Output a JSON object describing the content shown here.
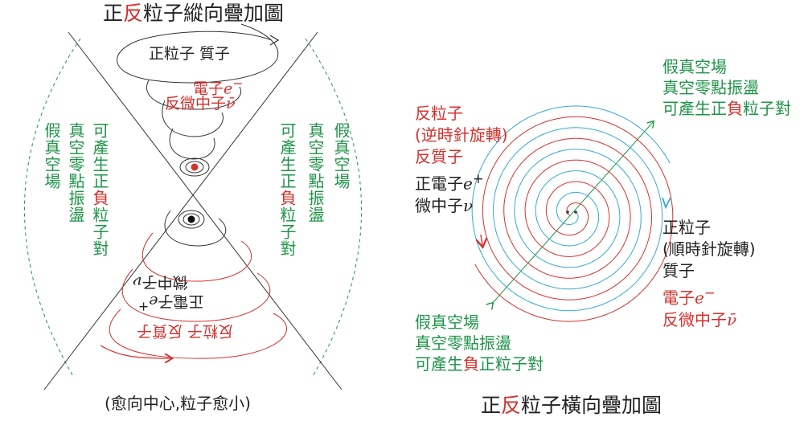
{
  "left": {
    "title_parts": [
      "正",
      "反",
      "粒子縱向疊加圖"
    ],
    "caption": "(愈向中心,粒子愈小)",
    "top_label": "正粒子 質子",
    "electron": "電子",
    "electron_sym": "e",
    "electron_sup": "−",
    "antineutrino": "反微中子",
    "antineutrino_sym": "ν̄",
    "vacuum_outer": "假真空場",
    "vacuum_pair_a": "真空零點振盪",
    "vacuum_pair_b_1": "可產生正",
    "vacuum_pair_b_2": "負",
    "vacuum_pair_b_3": "粒子對",
    "inv_positron": "正電子",
    "inv_positron_sym": "e",
    "inv_positron_sup": "+",
    "inv_neutrino": "微中子",
    "inv_neutrino_sym": "ν",
    "inv_antiparticle": "反粒子 反質子"
  },
  "right": {
    "title_parts": [
      "正",
      "反",
      "粒子橫向疊加圖"
    ],
    "tr_line1": "假真空場",
    "tr_line2": "真空零點振盪",
    "tr_line3_a": "可產生正",
    "tr_line3_b": "負",
    "tr_line3_c": "粒子對",
    "anti_line1": "反粒子",
    "anti_line2": "(逆時針旋轉)",
    "anti_line3": "反質子",
    "anti_line4": "正電子",
    "anti_line4_sym": "e",
    "anti_line4_sup": "+",
    "anti_line5": "微中子",
    "anti_line5_sym": "ν",
    "pos_line1": "正粒子",
    "pos_line2": "(順時針旋轉)",
    "pos_line3": "質子",
    "pos_line4": "電子",
    "pos_line4_sym": "e",
    "pos_line4_sup": "−",
    "pos_line5": "反微中子",
    "pos_line5_sym": "ν̄",
    "bl_line1": "假真空場",
    "bl_line2": "真空零點振盪",
    "bl_line3_a": "可產生",
    "bl_line3_b": "負",
    "bl_line3_c": "正粒子對"
  },
  "colors": {
    "red": "#d6302c",
    "green": "#1f9448",
    "blue": "#35a9d8",
    "black": "#222222"
  }
}
